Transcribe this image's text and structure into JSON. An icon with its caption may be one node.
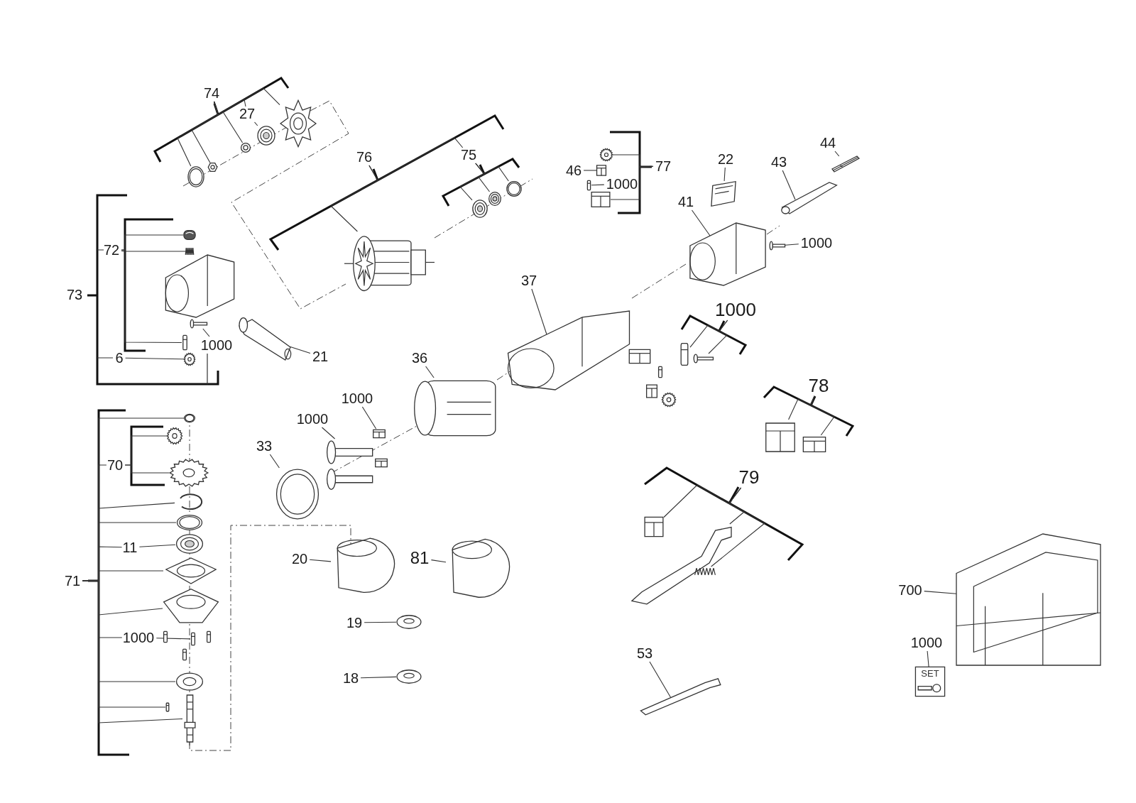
{
  "diagram": {
    "nodes": [
      {
        "text": [
          "74"
        ]
      },
      {
        "text": [],
        "shape": "picture"
      },
      {
        "text": [],
        "shape": "picture"
      },
      {
        "text": [],
        "shape": "picture"
      },
      {
        "text": [],
        "shape": "picture"
      },
      {
        "text": [
          "27"
        ]
      },
      {
        "text": [],
        "shape": "picture"
      },
      {
        "text": [
          "76"
        ]
      },
      {
        "text": [],
        "shape": "picture"
      },
      {
        "text": [
          "75"
        ]
      },
      {
        "text": [],
        "shape": "picture"
      },
      {
        "text": [],
        "shape": "picture"
      },
      {
        "text": [],
        "shape": "picture"
      },
      {
        "text": [
          "77"
        ]
      },
      {
        "text": [],
        "shape": "picture"
      },
      {
        "text": [],
        "shape": "picture"
      },
      {
        "text": [
          "46"
        ]
      },
      {
        "text": [],
        "shape": "picture"
      },
      {
        "text": [
          "1000"
        ]
      },
      {
        "text": [],
        "shape": "picture"
      },
      {
        "text": [
          "22"
        ]
      },
      {
        "text": [],
        "shape": "picture"
      },
      {
        "text": [
          "44"
        ]
      },
      {
        "text": [],
        "shape": "picture"
      },
      {
        "text": [
          "43"
        ]
      },
      {
        "text": [],
        "shape": "picture"
      },
      {
        "text": [
          "41"
        ]
      },
      {
        "text": [],
        "shape": "picture"
      },
      {
        "text": [
          "1000"
        ]
      },
      {
        "text": [],
        "shape": "picture"
      },
      {
        "text": [
          "37"
        ]
      },
      {
        "text": [],
        "shape": "picture"
      },
      {
        "text": [
          "1000"
        ]
      },
      {
        "text": [],
        "shape": "picture"
      },
      {
        "text": [],
        "shape": "picture"
      },
      {
        "text": [
          "78"
        ]
      },
      {
        "text": [],
        "shape": "picture"
      },
      {
        "text": [],
        "shape": "picture"
      },
      {
        "text": [
          "79"
        ]
      },
      {
        "text": [],
        "shape": "picture"
      },
      {
        "text": [],
        "shape": "picture"
      },
      {
        "text": [],
        "shape": "picture"
      },
      {
        "text": [
          "72"
        ]
      },
      {
        "text": [],
        "shape": "picture"
      },
      {
        "text": [],
        "shape": "picture"
      },
      {
        "text": [],
        "shape": "picture"
      },
      {
        "text": [
          "6"
        ]
      },
      {
        "text": [],
        "shape": "picture"
      },
      {
        "text": [
          "1000"
        ]
      },
      {
        "text": [],
        "shape": "picture"
      },
      {
        "text": [
          "21"
        ]
      },
      {
        "text": [],
        "shape": "picture"
      },
      {
        "text": [
          "36"
        ]
      },
      {
        "text": [],
        "shape": "picture"
      },
      {
        "text": [
          "1000"
        ]
      },
      {
        "text": [],
        "shape": "picture"
      },
      {
        "text": [
          "1000"
        ]
      },
      {
        "text": [],
        "shape": "picture"
      },
      {
        "text": [
          "33"
        ]
      },
      {
        "text": [],
        "shape": "picture"
      },
      {
        "text": [
          "71"
        ]
      },
      {
        "text": [],
        "shape": "picture"
      },
      {
        "text": [
          "70"
        ]
      },
      {
        "text": [],
        "shape": "picture"
      },
      {
        "text": [],
        "shape": "picture"
      },
      {
        "text": [],
        "shape": "picture"
      },
      {
        "text": [],
        "shape": "picture"
      },
      {
        "text": [
          "11"
        ]
      },
      {
        "text": [],
        "shape": "picture"
      },
      {
        "text": [],
        "shape": "picture"
      },
      {
        "text": [],
        "shape": "picture"
      },
      {
        "text": [
          "1000"
        ]
      },
      {
        "text": [],
        "shape": "picture"
      },
      {
        "text": [],
        "shape": "picture"
      },
      {
        "text": [],
        "shape": "picture"
      },
      {
        "text": [],
        "shape": "picture"
      },
      {
        "text": [
          "20"
        ]
      },
      {
        "text": [],
        "shape": "picture"
      },
      {
        "text": [
          "81"
        ]
      },
      {
        "text": [],
        "shape": "picture"
      },
      {
        "text": [
          "19"
        ]
      },
      {
        "text": [],
        "shape": "picture"
      },
      {
        "text": [
          "18"
        ]
      },
      {
        "text": [],
        "shape": "picture"
      },
      {
        "text": [
          "53"
        ]
      },
      {
        "text": [],
        "shape": "picture"
      },
      {
        "text": [
          "700"
        ]
      },
      {
        "text": [],
        "shape": "picture"
      },
      {
        "text": [
          "1000"
        ]
      },
      {
        "text": [
          "SET"
        ]
      },
      {
        "text": [],
        "shape": "picture"
      },
      {
        "text": [],
        "shape": "picture"
      },
      {
        "text": [],
        "shape": "picture"
      },
      {
        "text": [],
        "shape": "picture"
      },
      {
        "text": [],
        "shape": "picture"
      },
      {
        "text": [],
        "shape": "picture"
      },
      {
        "text": [],
        "shape": "picture"
      },
      {
        "text": [],
        "shape": "picture"
      },
      {
        "text": [],
        "shape": "picture"
      },
      {
        "text": [],
        "shape": "picture"
      }
    ],
    "edges": [
      {
        "from": 0,
        "to": 1,
        "arrow": "none"
      },
      {
        "from": 0,
        "to": 2,
        "arrow": "none"
      },
      {
        "from": 0,
        "to": 3,
        "arrow": "none"
      },
      {
        "from": 0,
        "to": 4,
        "arrow": "none"
      },
      {
        "from": 5,
        "to": 6,
        "arrow": "none"
      },
      {
        "from": 7,
        "to": 8,
        "arrow": "none"
      },
      {
        "from": 9,
        "to": 10,
        "arrow": "none"
      },
      {
        "from": 9,
        "to": 11,
        "arrow": "none"
      },
      {
        "from": 9,
        "to": 12,
        "arrow": "none"
      },
      {
        "from": 13,
        "to": 14,
        "arrow": "none"
      },
      {
        "from": 13,
        "to": 15,
        "arrow": "none"
      },
      {
        "from": 16,
        "to": 17,
        "arrow": "none"
      },
      {
        "from": 18,
        "to": 19,
        "arrow": "none"
      },
      {
        "from": 20,
        "to": 21,
        "arrow": "none"
      },
      {
        "from": 22,
        "to": 23,
        "arrow": "none"
      },
      {
        "from": 24,
        "to": 25,
        "arrow": "none"
      },
      {
        "from": 26,
        "to": 27,
        "arrow": "none"
      },
      {
        "from": 28,
        "to": 29,
        "arrow": "none"
      },
      {
        "from": 30,
        "to": 31,
        "arrow": "none"
      },
      {
        "from": 32,
        "to": 33,
        "arrow": "none"
      },
      {
        "from": 32,
        "to": 34,
        "arrow": "none"
      },
      {
        "from": 35,
        "to": 36,
        "arrow": "none"
      },
      {
        "from": 35,
        "to": 37,
        "arrow": "none"
      },
      {
        "from": 38,
        "to": 39,
        "arrow": "none"
      },
      {
        "from": 38,
        "to": 40,
        "arrow": "none"
      },
      {
        "from": 38,
        "to": 41,
        "arrow": "none"
      },
      {
        "from": 42,
        "to": 43,
        "arrow": "none"
      },
      {
        "from": 42,
        "to": 44,
        "arrow": "none"
      },
      {
        "from": 42,
        "to": 45,
        "arrow": "none"
      },
      {
        "from": 46,
        "to": 47,
        "arrow": "none"
      },
      {
        "from": 48,
        "to": 49,
        "arrow": "none"
      },
      {
        "from": 50,
        "to": 51,
        "arrow": "none"
      },
      {
        "from": 52,
        "to": 53,
        "arrow": "none"
      },
      {
        "from": 54,
        "to": 55,
        "arrow": "none"
      },
      {
        "from": 56,
        "to": 57,
        "arrow": "none"
      },
      {
        "from": 58,
        "to": 59,
        "arrow": "none"
      },
      {
        "from": 60,
        "to": 61,
        "arrow": "none"
      },
      {
        "from": 60,
        "to": 65,
        "arrow": "none"
      },
      {
        "from": 60,
        "to": 66,
        "arrow": "none"
      },
      {
        "from": 60,
        "to": 69,
        "arrow": "none"
      },
      {
        "from": 60,
        "to": 70,
        "arrow": "none"
      },
      {
        "from": 60,
        "to": 73,
        "arrow": "none"
      },
      {
        "from": 60,
        "to": 74,
        "arrow": "none"
      },
      {
        "from": 60,
        "to": 75,
        "arrow": "none"
      },
      {
        "from": 62,
        "to": 63,
        "arrow": "none"
      },
      {
        "from": 62,
        "to": 64,
        "arrow": "none"
      },
      {
        "from": 67,
        "to": 68,
        "arrow": "none"
      },
      {
        "from": 71,
        "to": 72,
        "arrow": "none"
      },
      {
        "from": 76,
        "to": 77,
        "arrow": "none"
      },
      {
        "from": 78,
        "to": 79,
        "arrow": "none"
      },
      {
        "from": 80,
        "to": 81,
        "arrow": "none"
      },
      {
        "from": 82,
        "to": 83,
        "arrow": "none"
      },
      {
        "from": 84,
        "to": 85,
        "arrow": "none"
      },
      {
        "from": 86,
        "to": 87,
        "arrow": "none"
      },
      {
        "from": 88,
        "to": 89,
        "arrow": "none"
      },
      {
        "from": 60,
        "to": 62,
        "arrow": "none"
      },
      {
        "from": 60,
        "to": 67,
        "arrow": "none"
      },
      {
        "from": 60,
        "to": 71,
        "arrow": "none"
      },
      {
        "from": 7,
        "to": 9,
        "arrow": "none"
      },
      {
        "from": 0,
        "to": 5,
        "arrow": "none"
      }
    ],
    "labels": [
      "73"
    ]
  }
}
